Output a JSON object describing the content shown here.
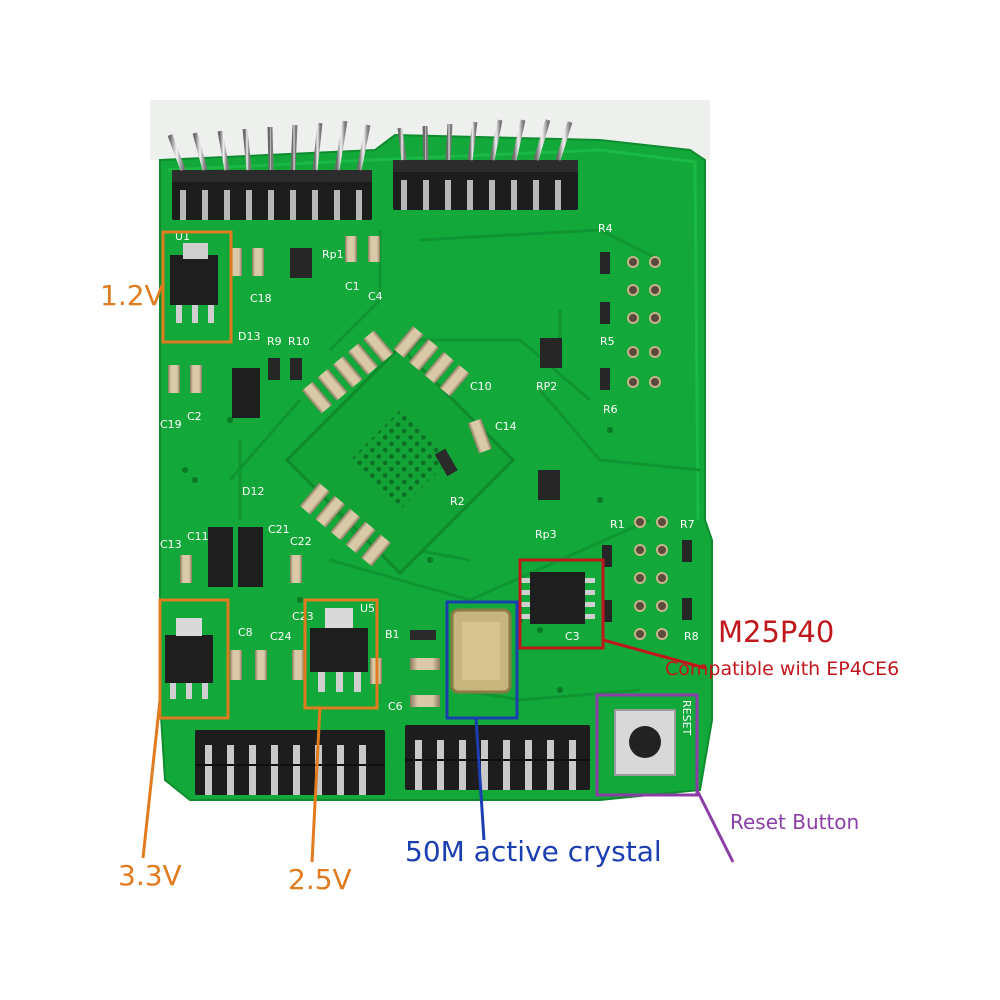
{
  "labels": {
    "v12": "1.2V",
    "v33": "3.3V",
    "v25": "2.5V",
    "crystal": "50M active crystal",
    "flash": "M25P40",
    "flash_note": "Compatible with EP4CE6",
    "reset": "Reset Button"
  },
  "silkscreen": {
    "c18": "C18",
    "c1": "C1",
    "c4": "C4",
    "rp1": "Rp1",
    "u1": "U1",
    "d13": "D13",
    "r9": "R9",
    "r10": "R10",
    "c19": "C19",
    "c2": "C2",
    "d12": "D12",
    "c11": "C11",
    "c13": "C13",
    "c21": "C21",
    "c22": "C22",
    "c23": "C23",
    "c24": "C24",
    "c8": "C8",
    "u5": "U5",
    "b1": "B1",
    "c6": "C6",
    "r4": "R4",
    "r5": "R5",
    "r6": "R6",
    "rp2": "RP2",
    "rp3": "Rp3",
    "r1": "R1",
    "r2": "R2",
    "r7": "R7",
    "r8": "R8",
    "c10": "C10",
    "c14": "C14",
    "c3": "C3",
    "reset_silk": "RESET"
  },
  "colors": {
    "pcb": "#14b13a",
    "orange": "#e07b1f",
    "blue": "#1b3fb0",
    "red": "#c0171c",
    "purple": "#8b3fa6"
  }
}
